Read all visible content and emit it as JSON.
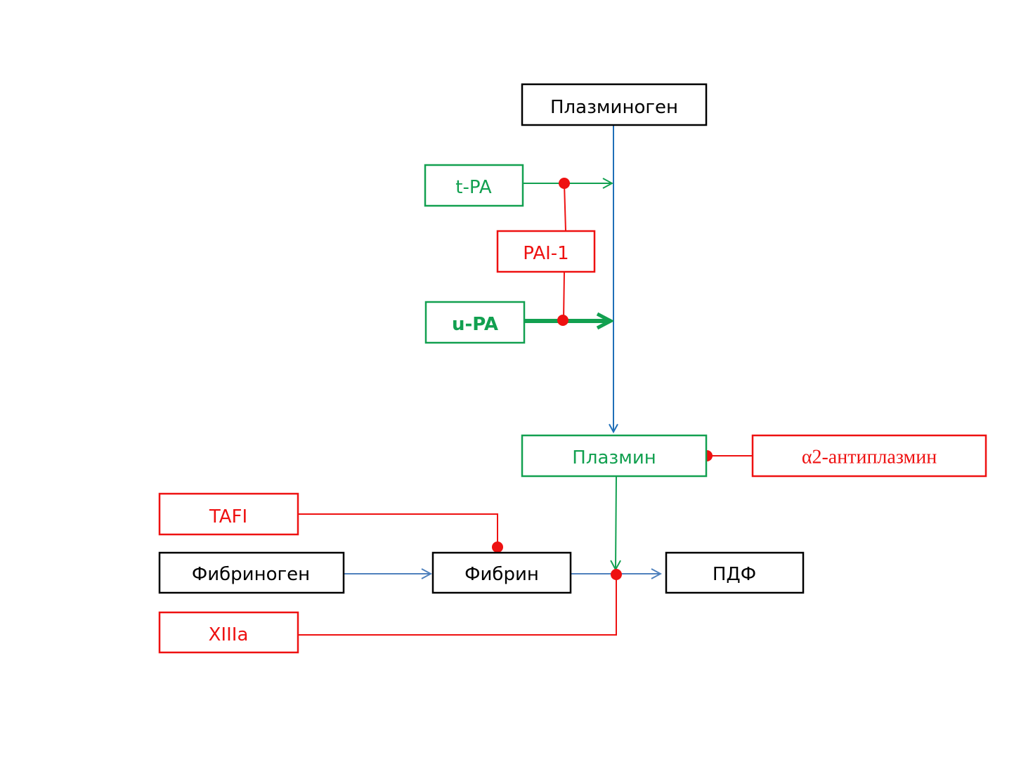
{
  "colors": {
    "black": "#000000",
    "green": "#12a050",
    "red": "#ee1111",
    "blue_line": "#1f6fb8",
    "blue_arrow": "#4f81bd"
  },
  "nodes": {
    "plasminogen": "Плазминоген",
    "tpa": "t-PA",
    "pai1": "PAI-1",
    "upa": "u-PA",
    "plasmin": "Плазмин",
    "antiplasmin": "α2-антиплазмин",
    "tafi": "TAFI",
    "fibrinogen": "Фибриноген",
    "fibrin": "Фибрин",
    "pdf": "ПДФ",
    "xiiia": "XIIIa"
  }
}
